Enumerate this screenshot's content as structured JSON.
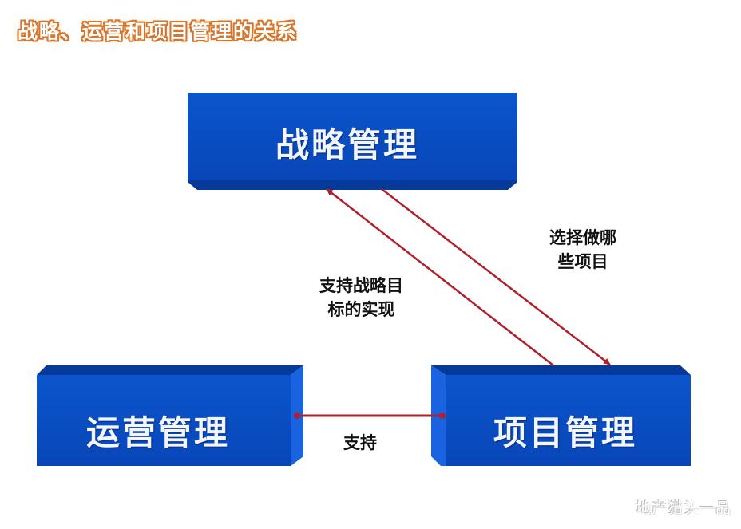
{
  "title": "战略、运营和项目管理的关系",
  "colors": {
    "box_face": "#0a4fc4",
    "box_bevel_dark": "#063a9a",
    "box_bevel_light": "#1a63e0",
    "arrow": "#b0202a",
    "title_outline": "#d5762c"
  },
  "nodes": {
    "strategy": {
      "label": "战略管理"
    },
    "operations": {
      "label": "运营管理"
    },
    "projects": {
      "label": "项目管理"
    }
  },
  "edges": {
    "projects_to_strategy": {
      "label_line1": "支持战略目",
      "label_line2": "标的实现"
    },
    "strategy_to_projects": {
      "label_line1": "选择做哪",
      "label_line2": "些项目"
    },
    "operations_projects": {
      "label": "支持"
    }
  },
  "watermark": "地产猎头一品"
}
